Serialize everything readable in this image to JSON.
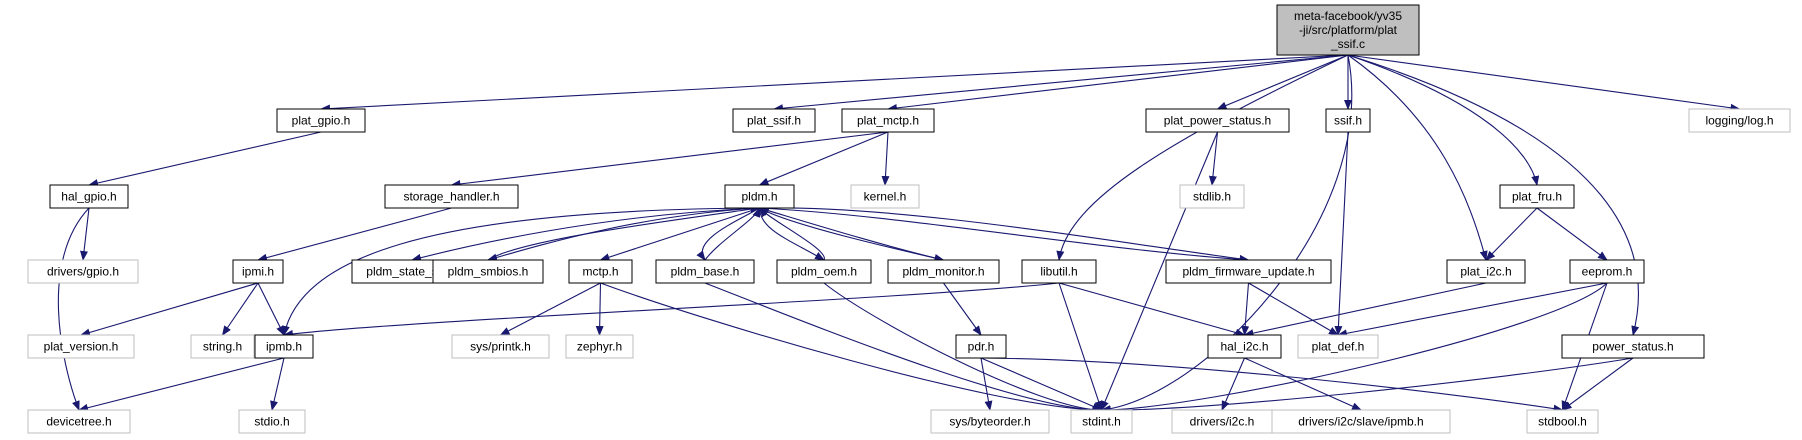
{
  "colors": {
    "edge": "#191970",
    "border_solid": "#000000",
    "border_grey": "#bfbfbf",
    "root_fill": "#bfbfbf",
    "node_fill": "#ffffff",
    "text": "#000000"
  },
  "diagram": {
    "nodes": [
      {
        "id": "root",
        "lines": [
          "meta-facebook/yv35",
          "-ji/src/platform/plat",
          "_ssif.c"
        ],
        "style": "root"
      },
      {
        "id": "plat_gpio",
        "lines": [
          "plat_gpio.h"
        ],
        "style": "solid"
      },
      {
        "id": "plat_ssif",
        "lines": [
          "plat_ssif.h"
        ],
        "style": "solid"
      },
      {
        "id": "plat_mctp",
        "lines": [
          "plat_mctp.h"
        ],
        "style": "solid"
      },
      {
        "id": "plat_power_status",
        "lines": [
          "plat_power_status.h"
        ],
        "style": "solid"
      },
      {
        "id": "ssif",
        "lines": [
          "ssif.h"
        ],
        "style": "solid"
      },
      {
        "id": "logging",
        "lines": [
          "logging/log.h"
        ],
        "style": "grey"
      },
      {
        "id": "hal_gpio",
        "lines": [
          "hal_gpio.h"
        ],
        "style": "solid"
      },
      {
        "id": "storage_handler",
        "lines": [
          "storage_handler.h"
        ],
        "style": "solid"
      },
      {
        "id": "pldm",
        "lines": [
          "pldm.h"
        ],
        "style": "solid"
      },
      {
        "id": "kernel",
        "lines": [
          "kernel.h"
        ],
        "style": "grey"
      },
      {
        "id": "stdlib",
        "lines": [
          "stdlib.h"
        ],
        "style": "grey"
      },
      {
        "id": "plat_fru",
        "lines": [
          "plat_fru.h"
        ],
        "style": "solid"
      },
      {
        "id": "drivers_gpio",
        "lines": [
          "drivers/gpio.h"
        ],
        "style": "grey"
      },
      {
        "id": "ipmi",
        "lines": [
          "ipmi.h"
        ],
        "style": "solid"
      },
      {
        "id": "pldm_state_set",
        "lines": [
          "pldm_state_set.h"
        ],
        "style": "solid"
      },
      {
        "id": "pldm_smbios",
        "lines": [
          "pldm_smbios.h"
        ],
        "style": "solid"
      },
      {
        "id": "mctp",
        "lines": [
          "mctp.h"
        ],
        "style": "solid"
      },
      {
        "id": "pldm_base",
        "lines": [
          "pldm_base.h"
        ],
        "style": "solid"
      },
      {
        "id": "pldm_oem",
        "lines": [
          "pldm_oem.h"
        ],
        "style": "solid"
      },
      {
        "id": "pldm_monitor",
        "lines": [
          "pldm_monitor.h"
        ],
        "style": "solid"
      },
      {
        "id": "libutil",
        "lines": [
          "libutil.h"
        ],
        "style": "solid"
      },
      {
        "id": "pldm_firmware_update",
        "lines": [
          "pldm_firmware_update.h"
        ],
        "style": "solid"
      },
      {
        "id": "plat_i2c",
        "lines": [
          "plat_i2c.h"
        ],
        "style": "solid"
      },
      {
        "id": "eeprom",
        "lines": [
          "eeprom.h"
        ],
        "style": "solid"
      },
      {
        "id": "plat_version",
        "lines": [
          "plat_version.h"
        ],
        "style": "grey"
      },
      {
        "id": "string",
        "lines": [
          "string.h"
        ],
        "style": "grey"
      },
      {
        "id": "ipmb",
        "lines": [
          "ipmb.h"
        ],
        "style": "solid"
      },
      {
        "id": "sys_printk",
        "lines": [
          "sys/printk.h"
        ],
        "style": "grey"
      },
      {
        "id": "zephyr",
        "lines": [
          "zephyr.h"
        ],
        "style": "grey"
      },
      {
        "id": "pdr",
        "lines": [
          "pdr.h"
        ],
        "style": "solid"
      },
      {
        "id": "hal_i2c",
        "lines": [
          "hal_i2c.h"
        ],
        "style": "solid"
      },
      {
        "id": "plat_def",
        "lines": [
          "plat_def.h"
        ],
        "style": "grey"
      },
      {
        "id": "power_status",
        "lines": [
          "power_status.h"
        ],
        "style": "solid"
      },
      {
        "id": "devicetree",
        "lines": [
          "devicetree.h"
        ],
        "style": "grey"
      },
      {
        "id": "stdio",
        "lines": [
          "stdio.h"
        ],
        "style": "grey"
      },
      {
        "id": "sys_byteorder",
        "lines": [
          "sys/byteorder.h"
        ],
        "style": "grey"
      },
      {
        "id": "stdint",
        "lines": [
          "stdint.h"
        ],
        "style": "grey"
      },
      {
        "id": "drivers_i2c",
        "lines": [
          "drivers/i2c.h"
        ],
        "style": "grey"
      },
      {
        "id": "drivers_i2c_slave_ipmb",
        "lines": [
          "drivers/i2c/slave/ipmb.h"
        ],
        "style": "grey"
      },
      {
        "id": "stdbool",
        "lines": [
          "stdbool.h"
        ],
        "style": "grey"
      }
    ],
    "edges": [
      {
        "from": "root",
        "to": "plat_gpio"
      },
      {
        "from": "root",
        "to": "plat_ssif"
      },
      {
        "from": "root",
        "to": "plat_mctp"
      },
      {
        "from": "root",
        "to": "plat_power_status"
      },
      {
        "from": "root",
        "to": "ssif"
      },
      {
        "from": "root",
        "to": "logging"
      },
      {
        "from": "root",
        "to": "libutil"
      },
      {
        "from": "root",
        "to": "plat_fru"
      },
      {
        "from": "root",
        "to": "plat_i2c"
      },
      {
        "from": "root",
        "to": "power_status"
      },
      {
        "from": "root",
        "to": "stdint"
      },
      {
        "from": "plat_gpio",
        "to": "hal_gpio"
      },
      {
        "from": "hal_gpio",
        "to": "drivers_gpio"
      },
      {
        "from": "hal_gpio",
        "to": "devicetree"
      },
      {
        "from": "plat_mctp",
        "to": "storage_handler"
      },
      {
        "from": "plat_mctp",
        "to": "pldm"
      },
      {
        "from": "plat_mctp",
        "to": "kernel"
      },
      {
        "from": "storage_handler",
        "to": "ipmi"
      },
      {
        "from": "ipmi",
        "to": "plat_version"
      },
      {
        "from": "ipmi",
        "to": "string"
      },
      {
        "from": "ipmi",
        "to": "ipmb"
      },
      {
        "from": "ipmb",
        "to": "devicetree"
      },
      {
        "from": "ipmb",
        "to": "stdio"
      },
      {
        "from": "pldm",
        "to": "ipmb"
      },
      {
        "from": "pldm",
        "to": "pldm_state_set"
      },
      {
        "from": "pldm",
        "to": "pldm_smbios"
      },
      {
        "from": "pldm_smbios",
        "to": "pldm"
      },
      {
        "from": "pldm",
        "to": "mctp"
      },
      {
        "from": "pldm",
        "to": "pldm_base"
      },
      {
        "from": "pldm_base",
        "to": "pldm"
      },
      {
        "from": "pldm",
        "to": "pldm_oem"
      },
      {
        "from": "pldm_oem",
        "to": "pldm"
      },
      {
        "from": "pldm",
        "to": "pldm_monitor"
      },
      {
        "from": "pldm_monitor",
        "to": "pldm"
      },
      {
        "from": "pldm",
        "to": "pldm_firmware_update"
      },
      {
        "from": "pldm_firmware_update",
        "to": "pldm"
      },
      {
        "from": "mctp",
        "to": "sys_printk"
      },
      {
        "from": "mctp",
        "to": "zephyr"
      },
      {
        "from": "mctp",
        "to": "stdint"
      },
      {
        "from": "pldm_base",
        "to": "stdint"
      },
      {
        "from": "pldm_oem",
        "to": "stdint"
      },
      {
        "from": "pldm_monitor",
        "to": "pdr"
      },
      {
        "from": "pdr",
        "to": "sys_byteorder"
      },
      {
        "from": "pdr",
        "to": "stdint"
      },
      {
        "from": "pdr",
        "to": "stdbool"
      },
      {
        "from": "plat_power_status",
        "to": "stdlib"
      },
      {
        "from": "plat_power_status",
        "to": "stdint"
      },
      {
        "from": "ssif",
        "to": "plat_def"
      },
      {
        "from": "libutil",
        "to": "ipmb"
      },
      {
        "from": "libutil",
        "to": "hal_i2c"
      },
      {
        "from": "libutil",
        "to": "stdint"
      },
      {
        "from": "pldm_firmware_update",
        "to": "hal_i2c"
      },
      {
        "from": "pldm_firmware_update",
        "to": "plat_def"
      },
      {
        "from": "plat_fru",
        "to": "plat_i2c"
      },
      {
        "from": "plat_fru",
        "to": "eeprom"
      },
      {
        "from": "plat_i2c",
        "to": "hal_i2c"
      },
      {
        "from": "eeprom",
        "to": "plat_def"
      },
      {
        "from": "eeprom",
        "to": "stdint"
      },
      {
        "from": "eeprom",
        "to": "stdbool"
      },
      {
        "from": "hal_i2c",
        "to": "drivers_i2c"
      },
      {
        "from": "hal_i2c",
        "to": "drivers_i2c_slave_ipmb"
      },
      {
        "from": "power_status",
        "to": "stdint"
      },
      {
        "from": "power_status",
        "to": "stdbool"
      }
    ]
  }
}
